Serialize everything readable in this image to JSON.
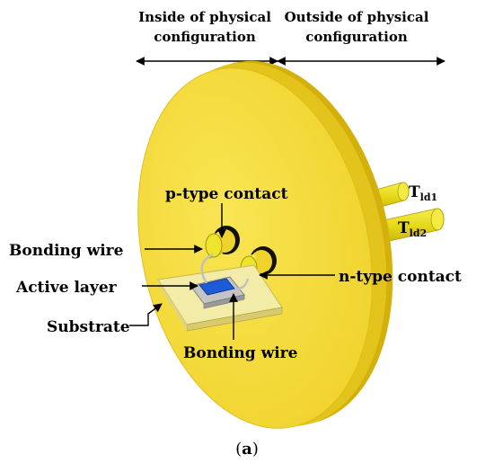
{
  "header": {
    "inside_line1": "Inside of physical",
    "inside_line2": "configuration",
    "outside_line1": "Outside of physical",
    "outside_line2": "configuration"
  },
  "labels": {
    "p_contact": "p-type contact",
    "bonding_wire_left": "Bonding wire",
    "active_layer": "Active layer",
    "substrate": "Substrate",
    "bonding_wire_bottom": "Bonding wire",
    "n_contact": "n-type contact",
    "t_ld1_main": "T",
    "t_ld1_sub": "ld1",
    "t_ld2_main": "T",
    "t_ld2_sub": "ld2"
  },
  "caption": {
    "open": "(",
    "letter": "a",
    "close": ")"
  },
  "colors": {
    "disk": "#F5DD3C",
    "disk_edge": "#D4B00C",
    "disk_rim": "#E2C41C",
    "pin": "#EDE21E",
    "active_layer": "#1E5BD8",
    "substrate_plate": "#F3ECA8",
    "chip": "#B8B8B8"
  }
}
